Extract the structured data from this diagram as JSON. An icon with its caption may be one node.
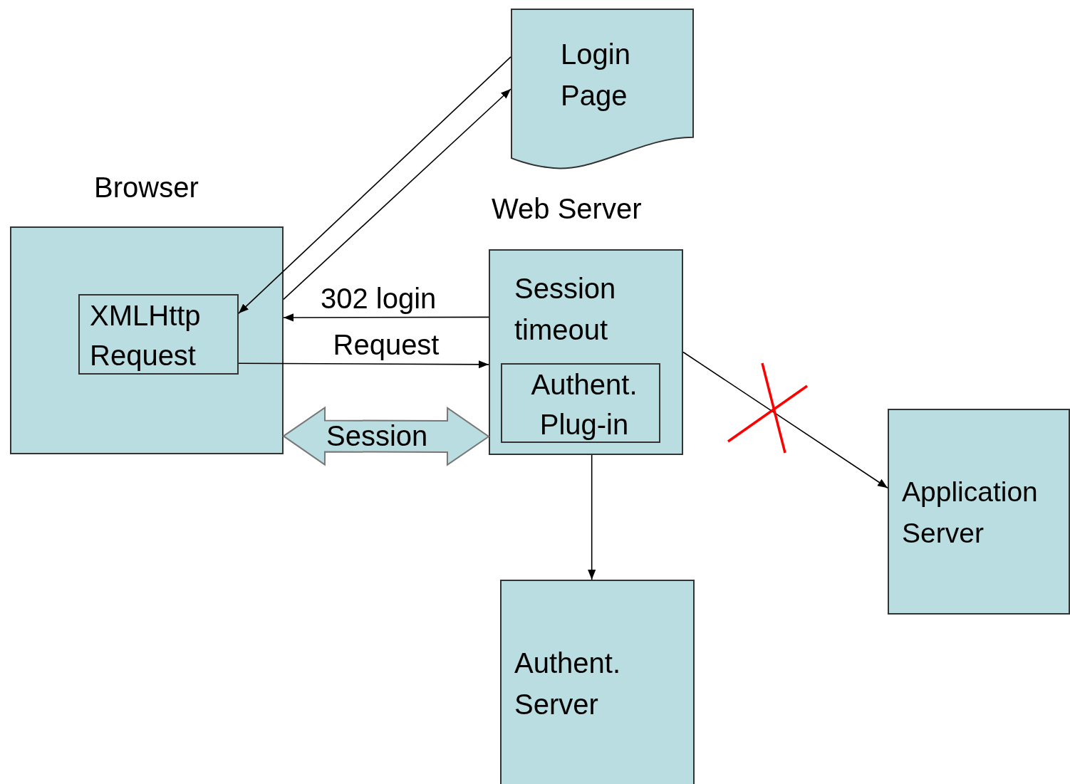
{
  "diagram": {
    "nodes": [
      {
        "text": [
          "Browser"
        ]
      },
      {
        "text": [
          "XMLHttp Request"
        ],
        "in": 0
      },
      {
        "text": [
          "Login Page"
        ]
      },
      {
        "text": [
          "Web Server",
          "Session timeout"
        ]
      },
      {
        "text": [
          "Authent. Plug-in"
        ],
        "in": 3
      },
      {
        "text": [
          "Application Server"
        ]
      },
      {
        "text": [
          "Authent. Server"
        ]
      }
    ],
    "edges": [
      {
        "from": 2,
        "to": 1,
        "arrow": "to"
      },
      {
        "from": 0,
        "to": 2,
        "arrow": "to"
      },
      {
        "from": 3,
        "to": 0,
        "arrow": "to",
        "label": "302 login"
      },
      {
        "from": 1,
        "to": 3,
        "arrow": "to",
        "label": "Request"
      },
      {
        "from": 0,
        "to": 3,
        "arrow": "both",
        "label": "Session",
        "style": "thick"
      },
      {
        "from": 3,
        "to": 5,
        "arrow": "to"
      },
      {
        "from": 3,
        "to": 6,
        "arrow": "to"
      }
    ]
  }
}
